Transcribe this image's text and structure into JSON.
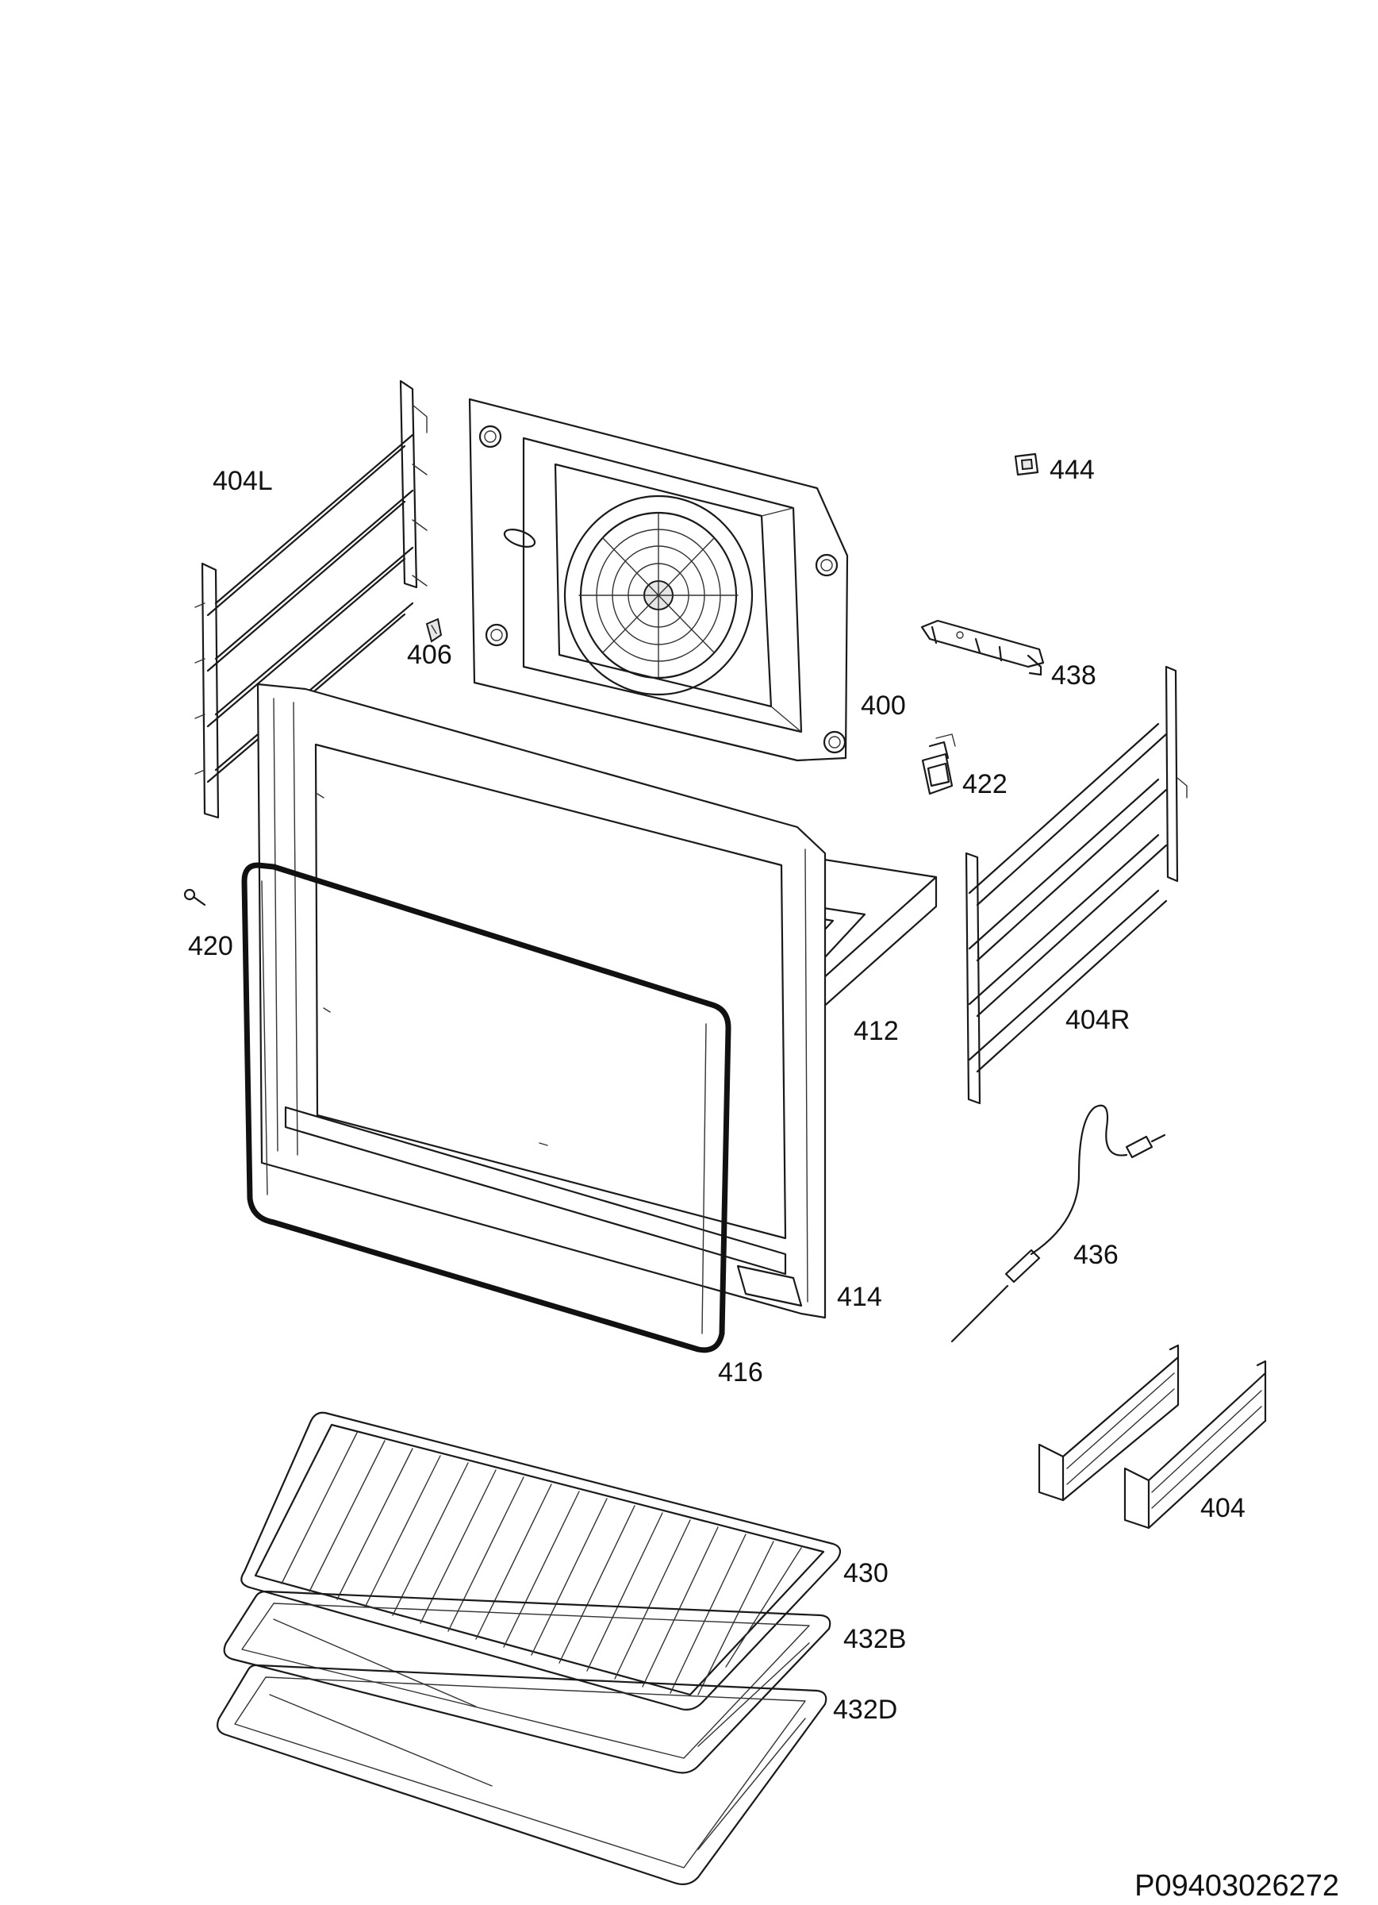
{
  "diagram": {
    "document_code": "P09403026272",
    "parts": [
      {
        "id": "rear-panel",
        "label": "400"
      },
      {
        "id": "side-rack-left",
        "label": "404L"
      },
      {
        "id": "side-rack-right",
        "label": "404R"
      },
      {
        "id": "telescopic-runners",
        "label": "404"
      },
      {
        "id": "clip",
        "label": "406"
      },
      {
        "id": "oven-cavity",
        "label": "412"
      },
      {
        "id": "front-frame",
        "label": "414"
      },
      {
        "id": "door-seal",
        "label": "416"
      },
      {
        "id": "screw",
        "label": "420"
      },
      {
        "id": "lamp-holder",
        "label": "422"
      },
      {
        "id": "wire-shelf",
        "label": "430"
      },
      {
        "id": "baking-tray",
        "label": "432B"
      },
      {
        "id": "deep-tray",
        "label": "432D"
      },
      {
        "id": "meat-probe",
        "label": "436"
      },
      {
        "id": "bracket",
        "label": "438"
      },
      {
        "id": "socket",
        "label": "444"
      }
    ]
  },
  "colors": {
    "line": "#1a1a1a",
    "background": "#ffffff"
  }
}
